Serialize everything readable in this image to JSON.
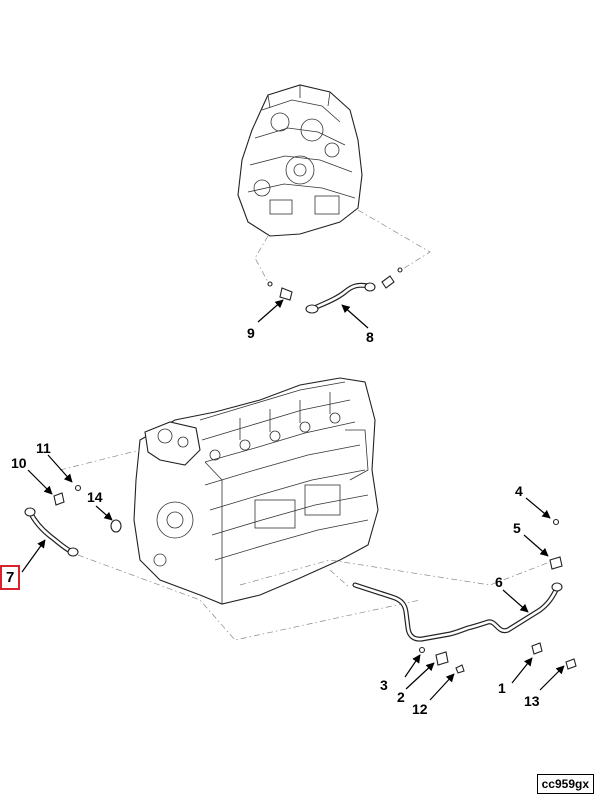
{
  "figure": {
    "reference_code": "cc959gx",
    "selected_callout": "7"
  },
  "callouts": [
    {
      "id": "c1",
      "text": "1"
    },
    {
      "id": "c2",
      "text": "2"
    },
    {
      "id": "c3",
      "text": "3"
    },
    {
      "id": "c4",
      "text": "4"
    },
    {
      "id": "c5",
      "text": "5"
    },
    {
      "id": "c6",
      "text": "6"
    },
    {
      "id": "c7",
      "text": "7"
    },
    {
      "id": "c8",
      "text": "8"
    },
    {
      "id": "c9",
      "text": "9"
    },
    {
      "id": "c10",
      "text": "10"
    },
    {
      "id": "c11",
      "text": "11"
    },
    {
      "id": "c12",
      "text": "12"
    },
    {
      "id": "c13",
      "text": "13"
    },
    {
      "id": "c14",
      "text": "14"
    }
  ]
}
